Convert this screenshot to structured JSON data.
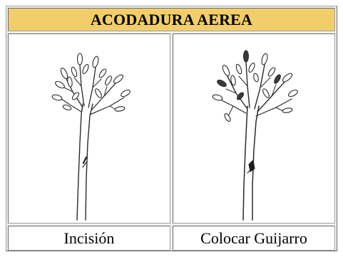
{
  "table": {
    "title": "ACODADURA AEREA",
    "columns": [
      {
        "caption": "Incisión",
        "illustration": "tree-with-incision-icon"
      },
      {
        "caption": "Colocar Guijarro",
        "illustration": "tree-with-pebble-icon"
      }
    ]
  },
  "colors": {
    "title_background": "#f1ce69",
    "table_border": "#a0a0a0",
    "frame_background": "#f0f0f0"
  }
}
